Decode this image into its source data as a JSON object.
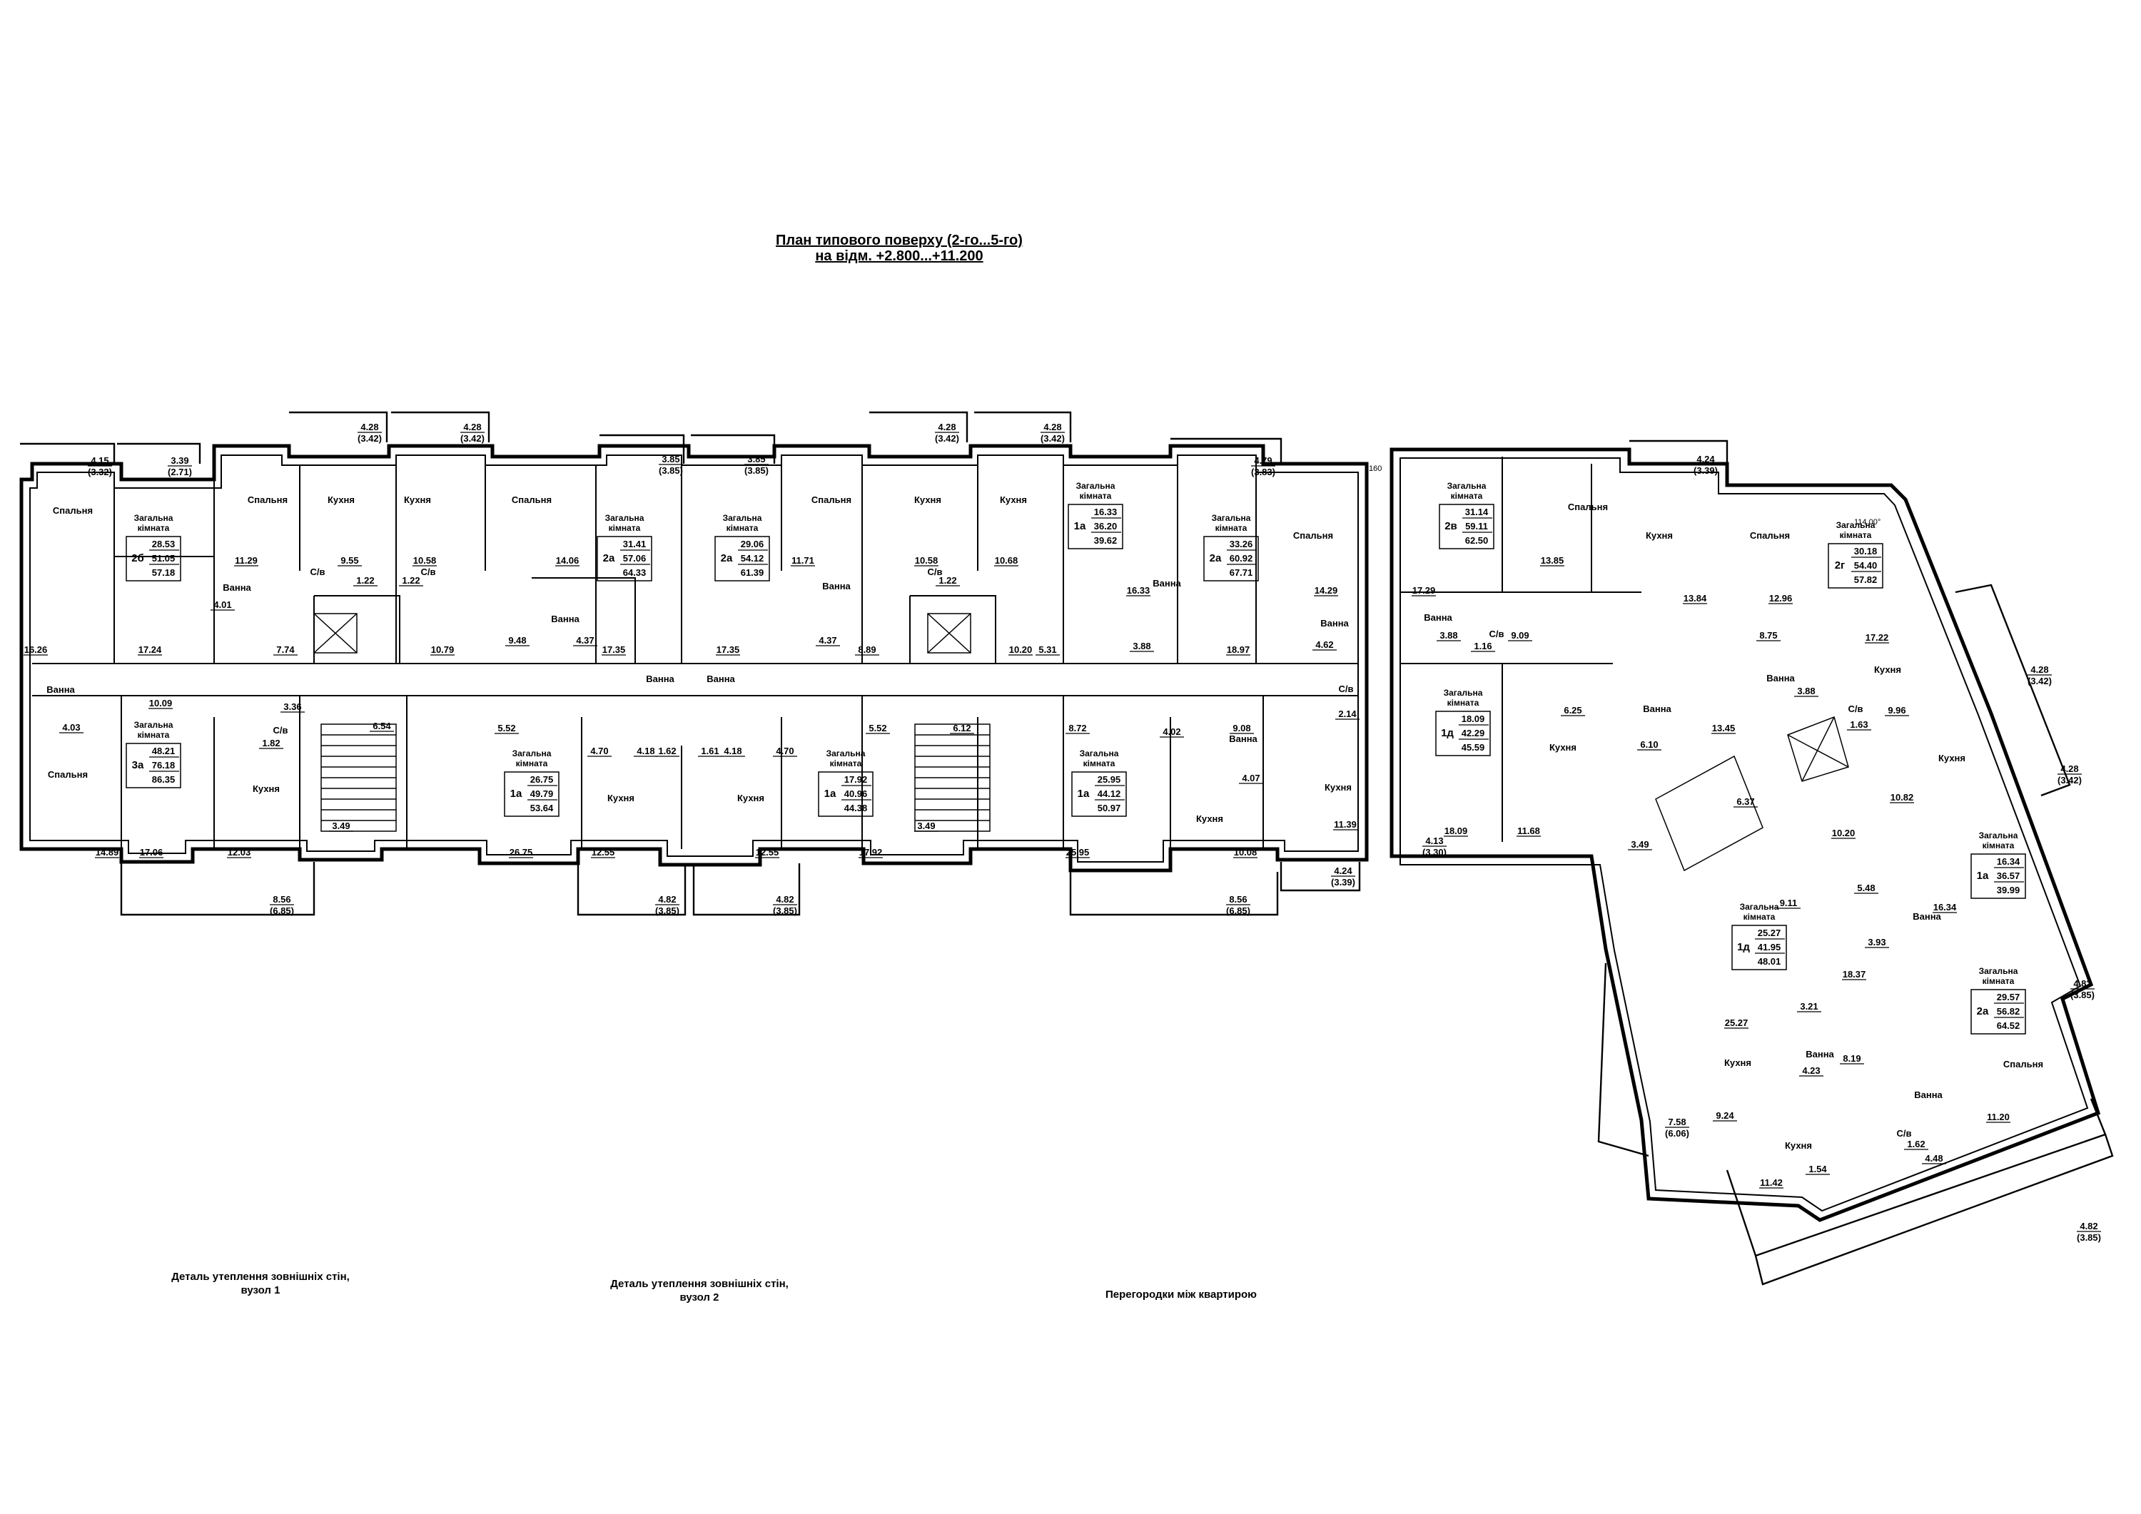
{
  "title": {
    "line1": "План типового поверху (2-го...5-го)",
    "line2": "на відм. +2.800...+11.200"
  },
  "notes": {
    "n1": "Деталь утеплення зовнішніх стін,\nвузол 1",
    "n2": "Деталь утеплення зовнішніх стін,\nвузол 2",
    "n3": "Перегородки між квартирою"
  },
  "labels": {
    "spalnia": "Спальня",
    "kukhnia": "Кухня",
    "vanna": "Ванна",
    "su": "С/в",
    "zag1": "Загальна",
    "zag2": "кімната"
  },
  "apartments": [
    {
      "type": "2б",
      "v1": "28.53",
      "v2": "51.05",
      "v3": "57.18"
    },
    {
      "type": "2а",
      "v1": "31.41",
      "v2": "57.06",
      "v3": "64.33"
    },
    {
      "type": "2а",
      "v1": "29.06",
      "v2": "54.12",
      "v3": "61.39"
    },
    {
      "type": "1а",
      "v1": "16.33",
      "v2": "36.20",
      "v3": "39.62"
    },
    {
      "type": "2а",
      "v1": "33.26",
      "v2": "60.92",
      "v3": "67.71"
    },
    {
      "type": "2в",
      "v1": "31.14",
      "v2": "59.11",
      "v3": "62.50"
    },
    {
      "type": "2г",
      "v1": "30.18",
      "v2": "54.40",
      "v3": "57.82"
    },
    {
      "type": "3а",
      "v1": "48.21",
      "v2": "76.18",
      "v3": "86.35"
    },
    {
      "type": "1а",
      "v1": "26.75",
      "v2": "49.79",
      "v3": "53.64"
    },
    {
      "type": "1а",
      "v1": "17.92",
      "v2": "40.96",
      "v3": "44.38"
    },
    {
      "type": "1а",
      "v1": "25.95",
      "v2": "44.12",
      "v3": "50.97"
    },
    {
      "type": "1д",
      "v1": "18.09",
      "v2": "42.29",
      "v3": "45.59"
    },
    {
      "type": "1а",
      "v1": "16.34",
      "v2": "36.57",
      "v3": "39.99"
    },
    {
      "type": "1д",
      "v1": "25.27",
      "v2": "41.95",
      "v3": "48.01"
    },
    {
      "type": "2а",
      "v1": "29.57",
      "v2": "56.82",
      "v3": "64.52"
    }
  ],
  "areas": [
    "16.26",
    "17.24",
    "11.29",
    "9.55",
    "1.22",
    "1.22",
    "10.58",
    "14.06",
    "17.35",
    "17.35",
    "11.71",
    "10.58",
    "1.22",
    "10.68",
    "16.33",
    "18.97",
    "14.29",
    "17.29",
    "13.85",
    "13.84",
    "12.96",
    "17.22",
    "4.01",
    "7.74",
    "10.79",
    "9.48",
    "4.37",
    "4.37",
    "8.89",
    "10.20",
    "5.31",
    "3.88",
    "4.62",
    "3.88",
    "1.16",
    "9.09",
    "8.75",
    "3.88",
    "1.63",
    "9.96",
    "10.09",
    "3.36",
    "4.03",
    "1.82",
    "6.54",
    "5.52",
    "4.18",
    "4.18",
    "1.62",
    "1.61",
    "4.70",
    "4.70",
    "5.52",
    "6.12",
    "8.72",
    "9.08",
    "4.02",
    "2.14",
    "4.07",
    "6.25",
    "6.10",
    "13.45",
    "6.37",
    "14.89",
    "17.06",
    "12.03",
    "3.49",
    "26.75",
    "12.55",
    "12.55",
    "17.92",
    "3.49",
    "25.95",
    "10.08",
    "11.39",
    "18.09",
    "11.68",
    "3.49",
    "10.82",
    "10.20",
    "5.48",
    "9.11",
    "16.34",
    "3.93",
    "18.37",
    "3.21",
    "8.19",
    "4.23",
    "25.27",
    "9.24",
    "11.42",
    "1.54",
    "1.62",
    "4.48",
    "11.20"
  ],
  "balconies": [
    {
      "v": "4.15",
      "p": "(3.32)"
    },
    {
      "v": "3.39",
      "p": "(2.71)"
    },
    {
      "v": "4.28",
      "p": "(3.42)"
    },
    {
      "v": "4.28",
      "p": "(3.42)"
    },
    {
      "v": "3.85",
      "p": "(3.85)"
    },
    {
      "v": "3.85",
      "p": "(3.85)"
    },
    {
      "v": "4.28",
      "p": "(3.42)"
    },
    {
      "v": "4.28",
      "p": "(3.42)"
    },
    {
      "v": "4.79",
      "p": "(3.83)"
    },
    {
      "v": "4.24",
      "p": "(3.39)"
    },
    {
      "v": "8.56",
      "p": "(6.85)"
    },
    {
      "v": "4.82",
      "p": "(3.85)"
    },
    {
      "v": "4.82",
      "p": "(3.85)"
    },
    {
      "v": "8.56",
      "p": "(6.85)"
    },
    {
      "v": "4.24",
      "p": "(3.39)"
    },
    {
      "v": "4.13",
      "p": "(3.30)"
    },
    {
      "v": "4.28",
      "p": "(3.42)"
    },
    {
      "v": "4.28",
      "p": "(3.42)"
    },
    {
      "v": "4.82",
      "p": "(3.85)"
    },
    {
      "v": "7.58",
      "p": "(6.06)"
    },
    {
      "v": "4.82",
      "p": "(3.85)"
    }
  ],
  "marks": {
    "m160": "160",
    "angle": "114.00°"
  }
}
